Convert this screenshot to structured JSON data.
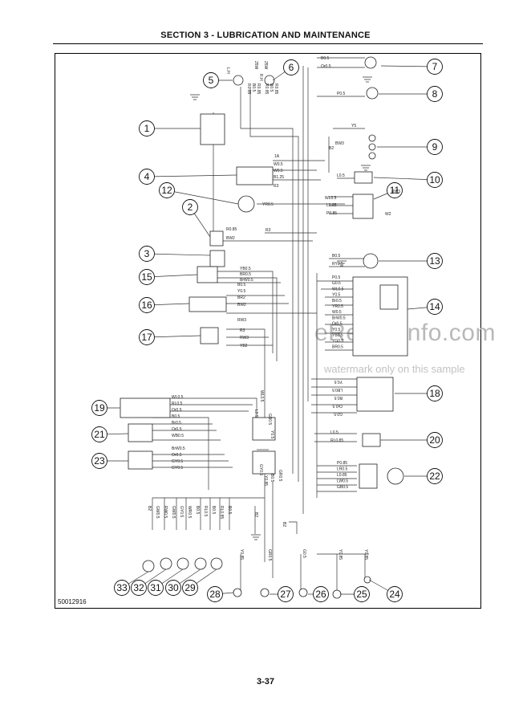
{
  "header": {
    "title": "SECTION 3 - LUBRICATION AND MAINTENANCE"
  },
  "footer": {
    "code": "50012916",
    "page": "3-37"
  },
  "watermark": {
    "site": "eRepairinfo.com",
    "note": "watermark only on this sample"
  },
  "callouts": [
    "1",
    "2",
    "3",
    "4",
    "5",
    "6",
    "7",
    "8",
    "9",
    "10",
    "11",
    "12",
    "13",
    "14",
    "15",
    "16",
    "17",
    "18",
    "19",
    "20",
    "21",
    "22",
    "23",
    "24",
    "25",
    "26",
    "27",
    "28",
    "29",
    "30",
    "31",
    "32",
    "33"
  ],
  "wire_labels": {
    "top_l": [
      "L.H",
      "25W",
      "R.H",
      "25W"
    ],
    "bulb_l": [
      "R0.85",
      "B0.5",
      "R0.85"
    ],
    "bulb_r": [
      "R0.85",
      "B0.5",
      "R0.85"
    ],
    "c7": [
      "B0.5",
      "Or0.5"
    ],
    "c8": "P0.5",
    "c9": [
      "Y5",
      "BW3",
      "B2"
    ],
    "c10": "L0.5",
    "c1": "1A",
    "c4": [
      "W0.5",
      "W0.5",
      "B1.25",
      "R3"
    ],
    "c11": [
      "WL0.5",
      "L0.85",
      "P0.85",
      "RW3",
      "W2"
    ],
    "c12": "YR0.5",
    "c2": [
      "R0.85",
      "BW2",
      "R3"
    ],
    "c13": [
      "B0.5",
      "RY0.5"
    ],
    "c15": [
      "YB0.5",
      "BR0.5",
      "BrW0.5"
    ],
    "c14": [
      "P0.5",
      "G0.5",
      "WL0.5",
      "Y0.5",
      "Br0.5",
      "YR0.5",
      "W0.5",
      "BrW0.5",
      "Or0.5",
      "Y0.5",
      "YB0.5",
      "YG0.5",
      "BR0.5"
    ],
    "c16": [
      "BR2",
      "BW2",
      "RW3",
      "B0.5",
      "Y0.5"
    ],
    "c17": [
      "R3",
      "RW3",
      "YB2"
    ],
    "c18": [
      "Y0.5",
      "LB0.5",
      "B0.5",
      "Or0.5",
      "G0.5"
    ],
    "c19": [
      "WL0.5",
      "RL0.5",
      "Or0.5"
    ],
    "c21": [
      "B0.5",
      "Br0.5",
      "Or0.5",
      "WB0.5"
    ],
    "c23": [
      "BrW0.5",
      "Or0.5",
      "GY0.5",
      "GY0.5"
    ],
    "c20": [
      "L0.5",
      "RL0.85"
    ],
    "c22": [
      "P0.85",
      "LR0.5",
      "L0.85",
      "LW0.5",
      "GB0.5"
    ],
    "mid": [
      "WL0.5",
      "GB0.5",
      "L0.5",
      "Y0.5",
      "GR0.5",
      "B0.5",
      "Y0.85",
      "GY0.5"
    ],
    "bot_bulbs": [
      "B2",
      "GW0.5",
      "RW0.5",
      "GW0.5",
      "GY0.5",
      "WR0.5",
      "B0.5",
      "RL0.5",
      "B0.5",
      "RL0.85",
      "B0.5"
    ],
    "bot_right": [
      "B2",
      "B2",
      "Y0.85",
      "GR0.5",
      "G0.5",
      "Y0.85",
      "Y0.85"
    ]
  }
}
